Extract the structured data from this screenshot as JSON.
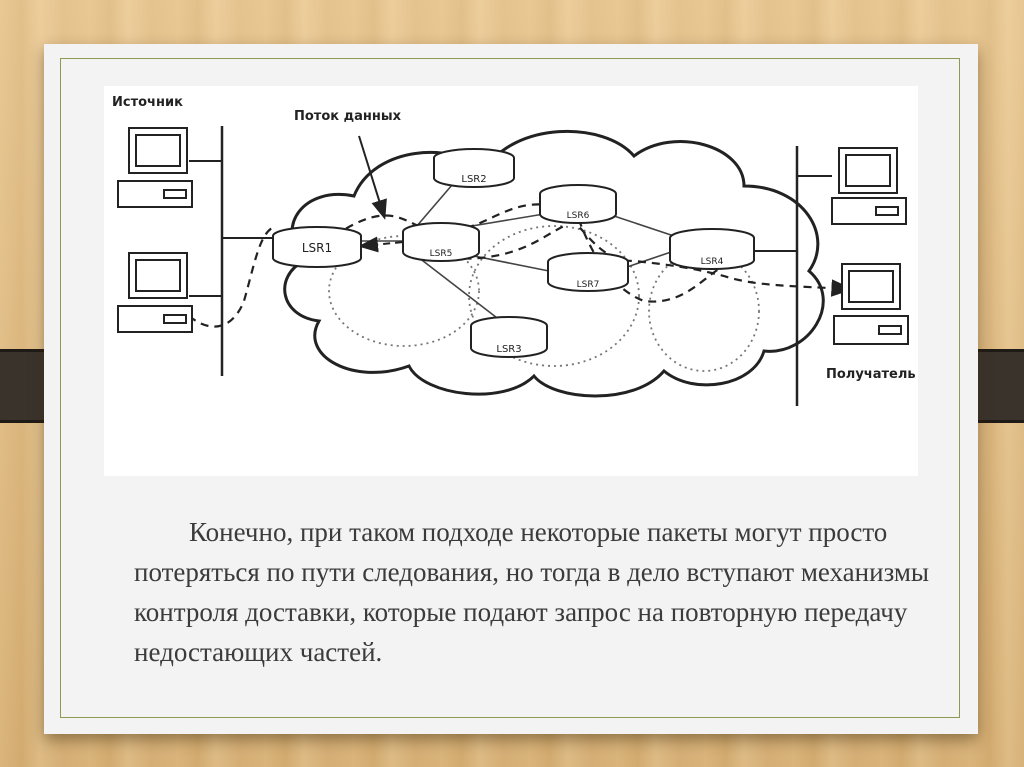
{
  "diagram": {
    "labels": {
      "source": "Источник",
      "data_flow": "Поток данных",
      "receiver": "Получатель"
    },
    "routers": {
      "lsr1": "LSR1",
      "lsr2": "LSR2",
      "lsr3": "LSR3",
      "lsr4": "LSR4",
      "lsr5": "LSR5",
      "lsr6": "LSR6",
      "lsr7": "LSR7"
    }
  },
  "caption": {
    "text": "Конечно, при таком подходе некоторые пакеты могут просто потеряться по пути следования, но тогда в дело вступают механизмы контроля доставки, которые подают запрос на повторную передачу недостающих частей."
  }
}
